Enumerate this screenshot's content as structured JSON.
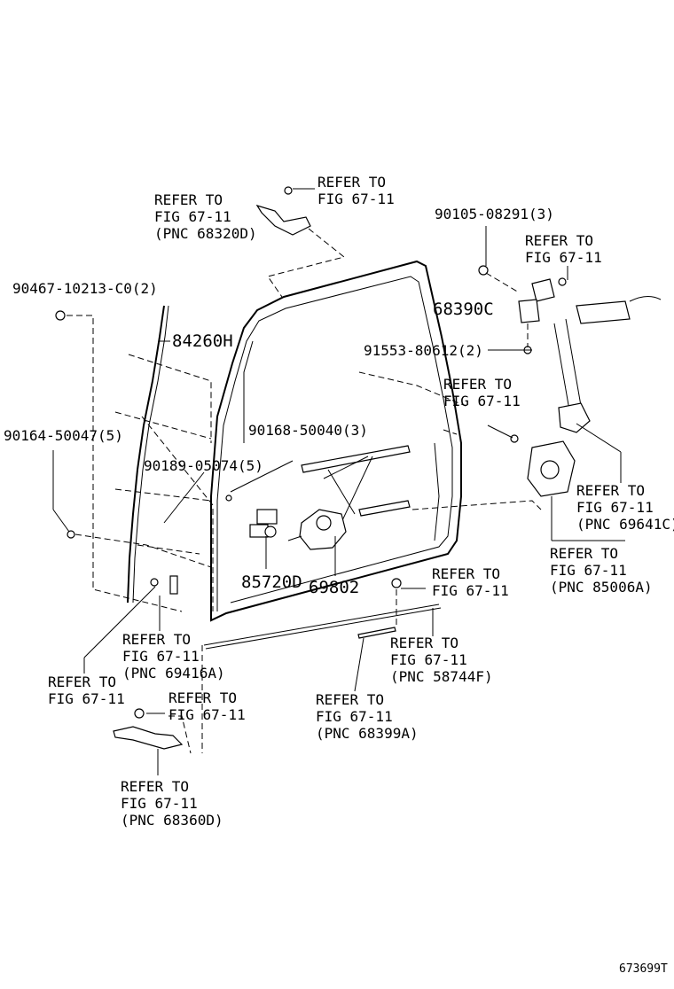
{
  "labels": {
    "refer_top_center": "REFER TO\nFIG 67-11",
    "refer_top_left": "REFER TO\nFIG 67-11\n(PNC 68320D)",
    "bolt_90105": "90105-08291(3)",
    "refer_right_top": "REFER TO\nFIG 67-11",
    "clip_90467": "90467-10213-C0(2)",
    "part_68390C": "68390C",
    "part_84260H": "84260H",
    "bolt_91553": "91553-80612(2)",
    "refer_mid_right": "REFER TO\nFIG 67-11",
    "screw_90164": "90164-50047(5)",
    "bolt_90168": "90168-50040(3)",
    "screw_90189": "90189-05074(5)",
    "refer_motor_right": "REFER TO\nFIG 67-11\n(PNC 69641C)",
    "refer_85006A": "REFER TO\nFIG 67-11\n(PNC 85006A)",
    "part_85720D": "85720D",
    "part_69802": "69802",
    "refer_bottom_mid": "REFER TO\nFIG 67-11",
    "refer_69416A": "REFER TO\nFIG 67-11\n(PNC 69416A)",
    "refer_58744F": "REFER TO\nFIG 67-11\n(PNC 58744F)",
    "refer_left_low": "REFER TO\nFIG 67-11",
    "refer_hinge_top": "REFER TO\nFIG 67-11",
    "refer_68399A": "REFER TO\nFIG 67-11\n(PNC 68399A)",
    "refer_68360D": "REFER TO\nFIG 67-11\n(PNC 68360D)",
    "figure_id": "673699T"
  },
  "icons": {
    "door_frame": "door-frame-outline",
    "regulator": "window-regulator",
    "motor": "power-window-motor",
    "hinge": "door-hinge",
    "bolt": "bolt"
  }
}
